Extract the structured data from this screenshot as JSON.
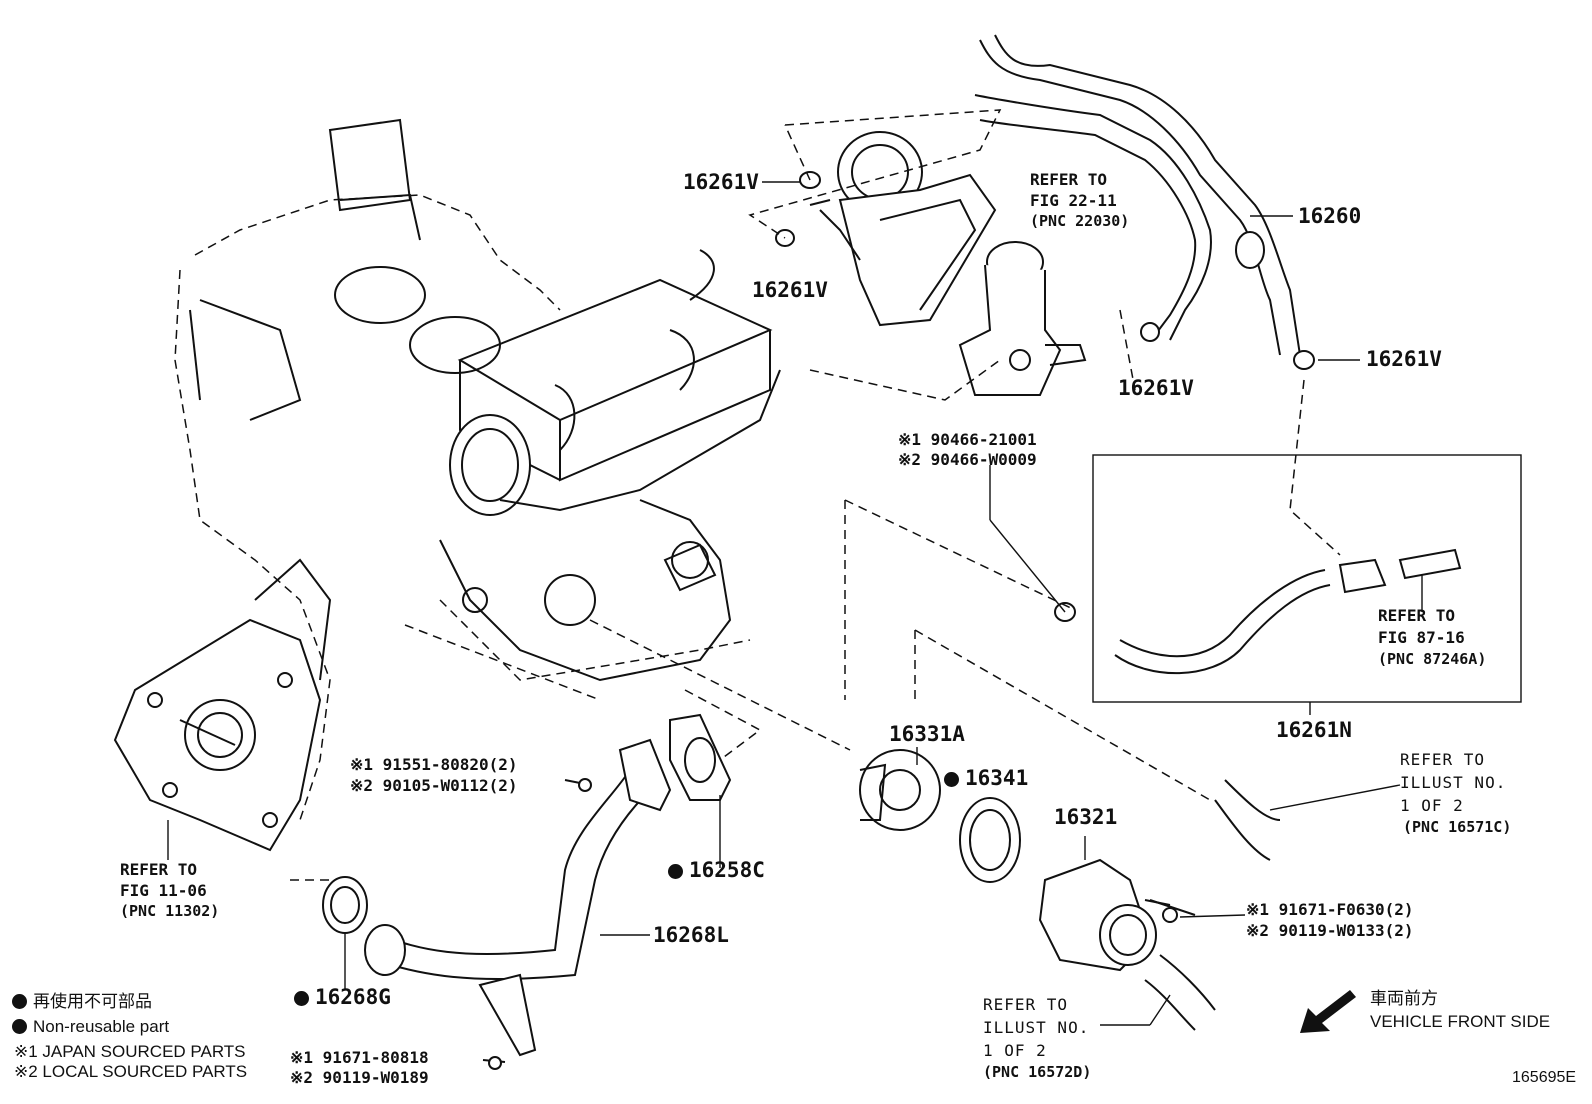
{
  "parts": {
    "p16261V_a": "16261V",
    "p16261V_b": "16261V",
    "p16261V_c": "16261V",
    "p16261V_d": "16261V",
    "p16260": "16260",
    "p16261N": "16261N",
    "p16331A": "16331A",
    "p16341": "16341",
    "p16321": "16321",
    "p16258C": "16258C",
    "p16268L": "16268L",
    "p16268G": "16268G"
  },
  "bolts": {
    "b90466_1": "※1 90466-21001",
    "b90466_2": "※2 90466-W0009",
    "b91551_1": "※1 91551-80820(2)",
    "b91551_2": "※2 90105-W0112(2)",
    "b91671F_1": "※1 91671-F0630(2)",
    "b91671F_2": "※2 90119-W0133(2)",
    "b91671_1": "※1 91671-80818",
    "b91671_2": "※2 90119-W0189"
  },
  "refs": {
    "r22_1": "REFER TO",
    "r22_2": "FIG 22-11",
    "r22_3": "(PNC 22030)",
    "r87_1": "REFER TO",
    "r87_2": "FIG 87-16",
    "r87_3": "(PNC 87246A)",
    "r11_1": "REFER TO",
    "r11_2": "FIG 11-06",
    "r11_3": "(PNC 11302)",
    "rI1_1": "REFER TO",
    "rI1_2": "ILLUST NO.",
    "rI1_3": "1 OF 2",
    "rI1_4": "(PNC 16571C)",
    "rI2_1": "REFER TO",
    "rI2_2": "ILLUST NO.",
    "rI2_3": "1 OF 2",
    "rI2_4": "(PNC 16572D)"
  },
  "legend": {
    "jp": "再使用不可部品",
    "en": "Non-reusable part",
    "japan": "※1 JAPAN SOURCED PARTS",
    "local": "※2 LOCAL SOURCED PARTS"
  },
  "front": {
    "jp": "車両前方",
    "en": "VEHICLE FRONT SIDE"
  },
  "figure_id": "165695E"
}
